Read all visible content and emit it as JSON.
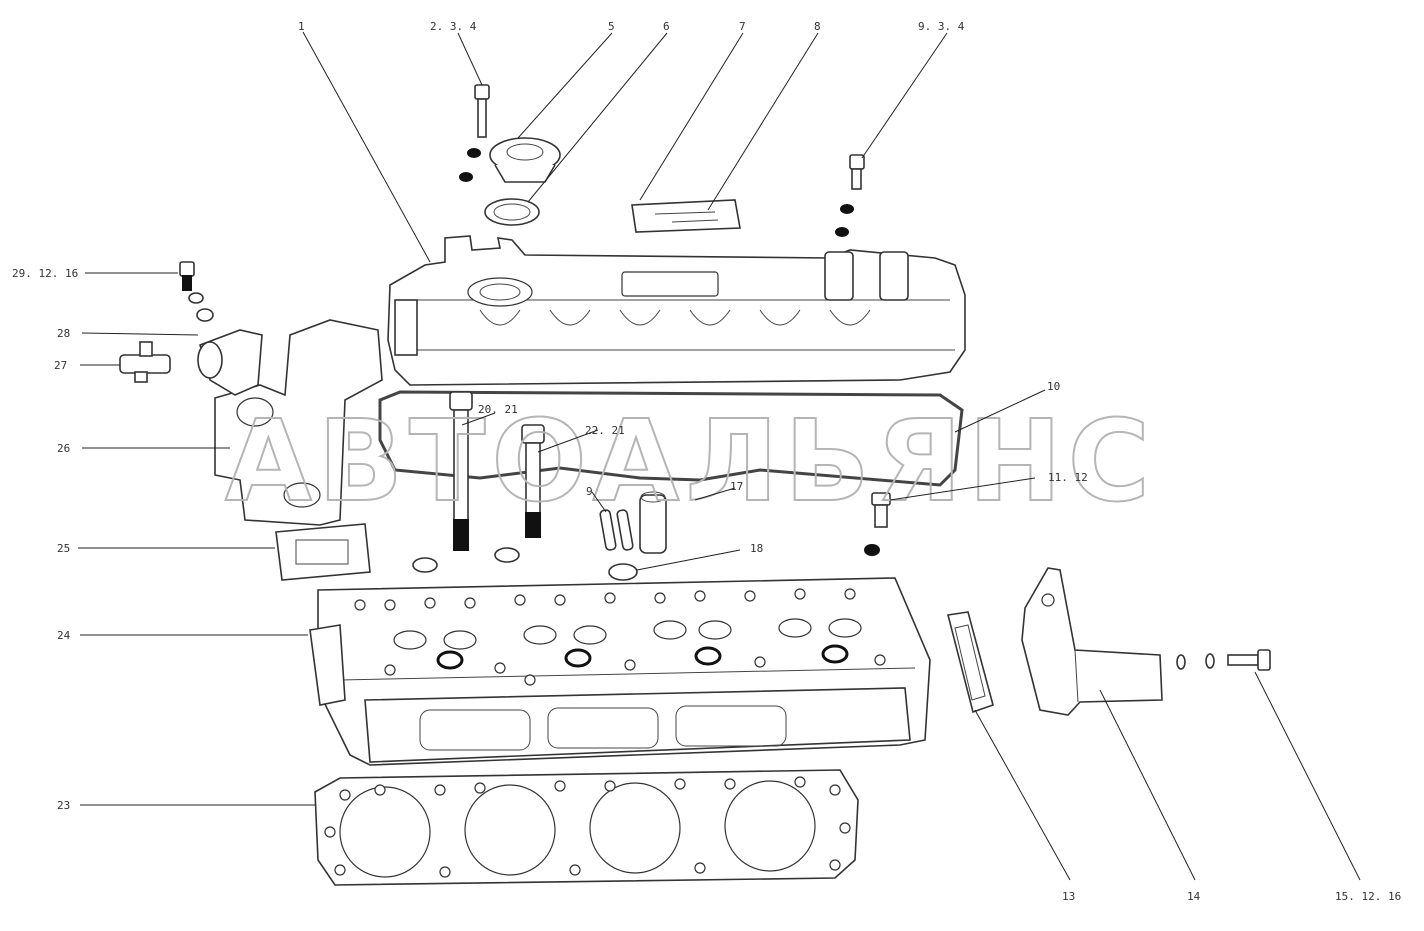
{
  "watermark": "АВТОАЛЬЯНС",
  "callouts": [
    {
      "id": "c1",
      "label": "1"
    },
    {
      "id": "c2",
      "label": "2. 3. 4"
    },
    {
      "id": "c5",
      "label": "5"
    },
    {
      "id": "c6",
      "label": "6"
    },
    {
      "id": "c7",
      "label": "7"
    },
    {
      "id": "c8",
      "label": "8"
    },
    {
      "id": "c9",
      "label": "9. 3. 4"
    },
    {
      "id": "c29",
      "label": "29. 12. 16"
    },
    {
      "id": "c28",
      "label": "28"
    },
    {
      "id": "c27",
      "label": "27"
    },
    {
      "id": "c26",
      "label": "26"
    },
    {
      "id": "c10",
      "label": "10"
    },
    {
      "id": "c20",
      "label": "20. 21"
    },
    {
      "id": "c22",
      "label": "22. 21"
    },
    {
      "id": "c19",
      "label": "9"
    },
    {
      "id": "c17",
      "label": "17"
    },
    {
      "id": "c11",
      "label": "11. 12"
    },
    {
      "id": "c25",
      "label": "25"
    },
    {
      "id": "c18",
      "label": "18"
    },
    {
      "id": "c24",
      "label": "24"
    },
    {
      "id": "c23",
      "label": "23"
    },
    {
      "id": "c13",
      "label": "13"
    },
    {
      "id": "c14",
      "label": "14"
    },
    {
      "id": "c15",
      "label": "15. 12. 16"
    }
  ]
}
